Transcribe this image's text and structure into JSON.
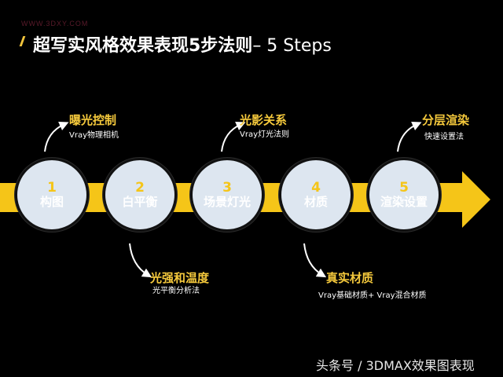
{
  "watermark": "WWW.3DXY.COM",
  "title": {
    "cn": "超写实风格效果表现5步法则",
    "en": "– 5 Steps"
  },
  "steps": [
    {
      "num": "1",
      "label": "构图"
    },
    {
      "num": "2",
      "label": "白平衡"
    },
    {
      "num": "3",
      "label": "场景灯光"
    },
    {
      "num": "4",
      "label": "材质"
    },
    {
      "num": "5",
      "label": "渲染设置"
    }
  ],
  "notes": {
    "top": [
      {
        "title": "曝光控制",
        "sub": "Vray物理相机"
      },
      {
        "title": "光影关系",
        "sub": "Vray灯光法则"
      },
      {
        "title": "分层渲染",
        "sub": "快速设置法"
      }
    ],
    "bottom": [
      {
        "title": "光强和温度",
        "sub": "光平衡分析法"
      },
      {
        "title": "真实材质",
        "sub": "Vray基础材质+ Vray混合材质"
      }
    ]
  },
  "footer": "头条号 / 3DMAX效果图表现",
  "colors": {
    "accent": "#f5c518",
    "circle": "#dde6f0",
    "background": "#000000"
  }
}
